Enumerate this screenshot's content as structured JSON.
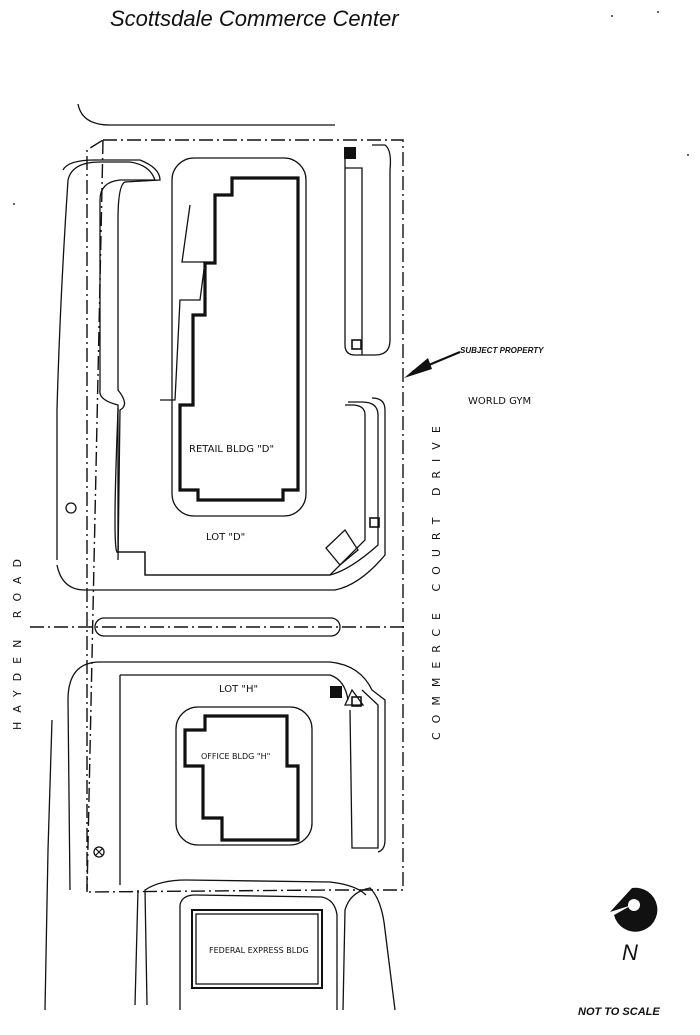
{
  "title": "Scottsdale Commerce Center",
  "labels": {
    "subject_property": "SUBJECT PROPERTY",
    "world_gym": "WORLD GYM",
    "retail_bldg": "RETAIL BLDG \"D\"",
    "lot_d": "LOT \"D\"",
    "lot_h": "LOT \"H\"",
    "office_bldg": "OFFICE BLDG \"H\"",
    "fedex_bldg": "FEDERAL EXPRESS BLDG",
    "hayden_road": "HAYDEN ROAD",
    "commerce_court_drive": "COMMERCE COURT DRIVE",
    "north": "N",
    "not_to_scale": "NOT TO SCALE"
  },
  "icons": {
    "north_arrow": "north-arrow-icon",
    "arrow": "pointer-arrow-icon"
  }
}
